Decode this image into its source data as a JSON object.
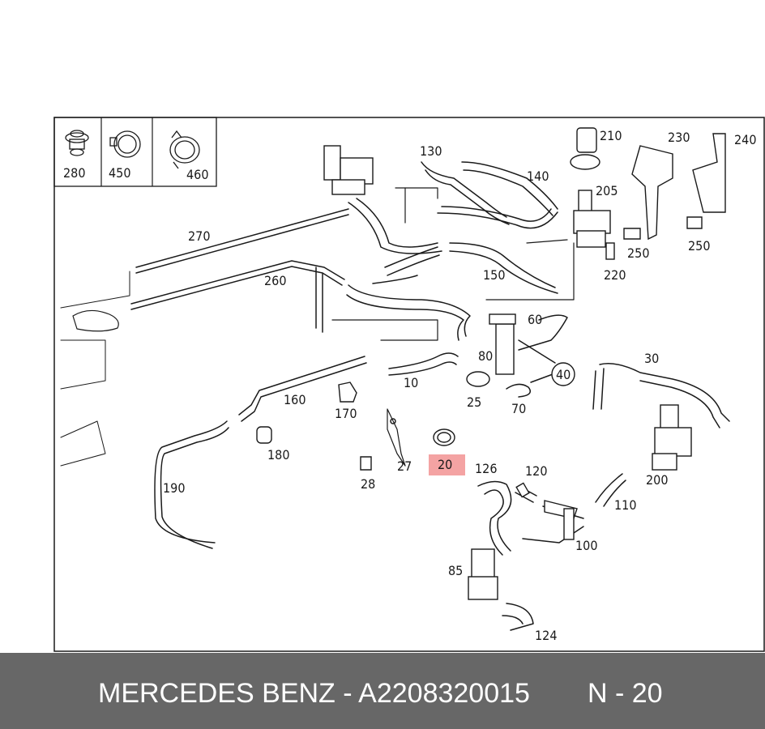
{
  "colors": {
    "highlight": "#f4a3a3",
    "footer_bg": "#676767",
    "footer_text": "#ffffff",
    "line": "#1a1a1a"
  },
  "legend_box": {
    "parts": [
      "280",
      "450",
      "460"
    ]
  },
  "diagram": {
    "highlighted_part": "20",
    "labels": {
      "p10": "10",
      "p20": "20",
      "p25": "25",
      "p27": "27",
      "p28": "28",
      "p30": "30",
      "p40": "40",
      "p60": "60",
      "p70": "70",
      "p80": "80",
      "p85": "85",
      "p100": "100",
      "p110": "110",
      "p120": "120",
      "p124": "124",
      "p126": "126",
      "p130": "130",
      "p140": "140",
      "p150": "150",
      "p160": "160",
      "p170": "170",
      "p180": "180",
      "p190": "190",
      "p200": "200",
      "p205": "205",
      "p210": "210",
      "p220": "220",
      "p230": "230",
      "p240": "240",
      "p250a": "250",
      "p250b": "250",
      "p260": "260",
      "p270": "270"
    }
  },
  "footer": {
    "brand_part": "MERCEDES BENZ - A2208320015",
    "position": "N - 20"
  }
}
